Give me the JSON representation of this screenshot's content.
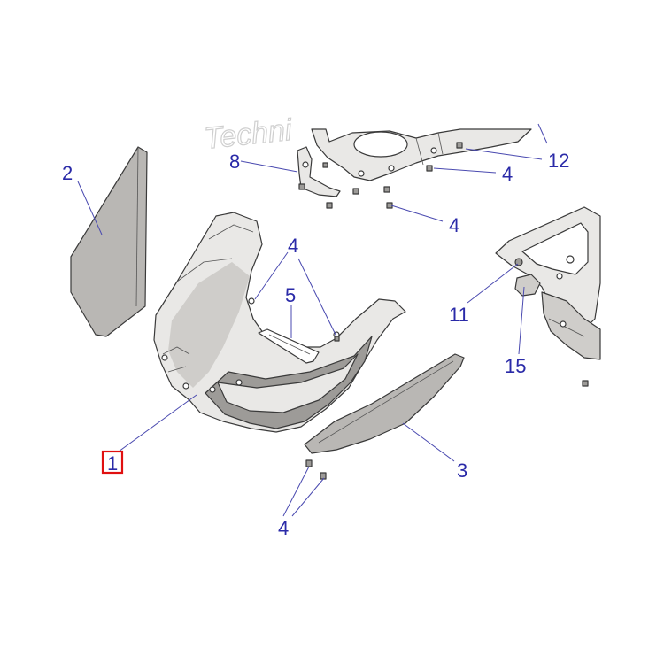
{
  "watermark": "Techni",
  "callouts": {
    "c1": "1",
    "c2": "2",
    "c3": "3",
    "c4a": "4",
    "c4b": "4",
    "c4c": "4",
    "c4d": "4",
    "c5": "5",
    "c8": "8",
    "c11": "11",
    "c12": "12",
    "c15": "15"
  },
  "highlighted_callout": "1",
  "colors": {
    "callout_text": "#2a2aa8",
    "highlight_box": "#e01010",
    "panel_gray": "#b9b7b4"
  }
}
